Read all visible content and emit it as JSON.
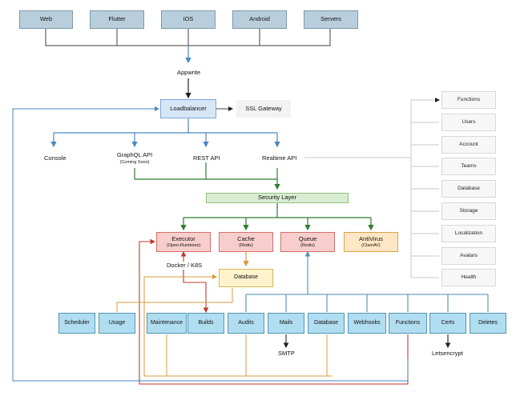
{
  "clients": [
    "Web",
    "Flutter",
    "iOS",
    "Android",
    "Servers"
  ],
  "appwrite": "Appwrite",
  "loadbalancer": "Loadbalancer",
  "ssl_gateway": "SSL Gateway",
  "console": "Console",
  "graphql": {
    "label": "GraphQL API",
    "note": "(Coming Soon)"
  },
  "rest_api": "REST API",
  "realtime_api": "Realtime API",
  "services": [
    "Functions",
    "Users",
    "Account",
    "Teams",
    "Database",
    "Storage",
    "Localization",
    "Avatars",
    "Health"
  ],
  "security_layer": "Security Layer",
  "executor": {
    "label": "Executor",
    "note": "(Open-Runtimes)"
  },
  "cache": {
    "label": "Cache",
    "note": "(Redis)"
  },
  "queue": {
    "label": "Queue",
    "note": "(Redis)"
  },
  "antivirus": {
    "label": "AntiVirus",
    "note": "(ClamAV)"
  },
  "docker": "Docker / K8S",
  "database": "Database",
  "workers": [
    "Scheduler",
    "Usage",
    "Maintenance",
    "Builds",
    "Audits",
    "Mails",
    "Database",
    "Webhooks",
    "Functions",
    "Certs",
    "Deletes"
  ],
  "smtp": "SMTP",
  "letsencrypt": "Letsencrypt",
  "colors": {
    "blue": "#4a86c5",
    "green": "#2e7d32",
    "red": "#c0392b",
    "orange": "#d79b3c",
    "teal": "#4a8fb0",
    "gray": "#c8c8c8",
    "dark": "#404040"
  }
}
